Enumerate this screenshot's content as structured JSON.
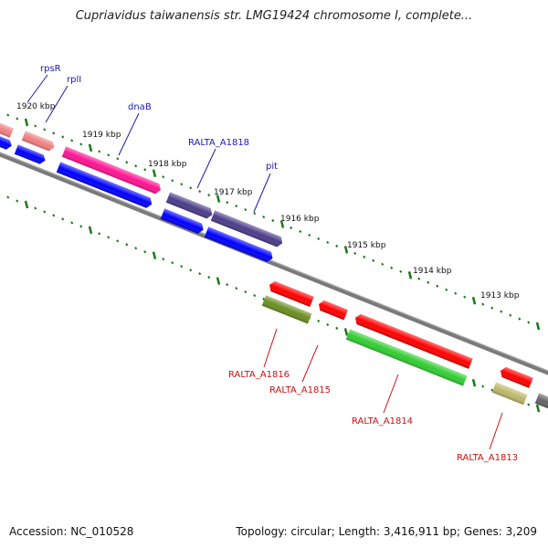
{
  "title": "Cupriavidus taiwanensis str. LMG19424 chromosome I, complete...",
  "footer": {
    "accession": "Accession: NC_010528",
    "summary": "Topology: circular; Length: 3,416,911 bp; Genes: 3,209"
  },
  "colors": {
    "backbone": "#7a7a7a",
    "tick": "#1a7a1a",
    "label_forward": "#1a1ab4",
    "label_reverse": "#cc1111"
  },
  "ticks": [
    "1920 kbp",
    "1919 kbp",
    "1918 kbp",
    "1917 kbp",
    "1916 kbp",
    "1915 kbp",
    "1914 kbp",
    "1913 kbp"
  ],
  "genes_forward": [
    "rpsR",
    "rplI",
    "dnaB",
    "RALTA_A1818",
    "pit"
  ],
  "genes_reverse": [
    "RALTA_A1816",
    "RALTA_A1815",
    "RALTA_A1814",
    "RALTA_A1813"
  ],
  "feature_colors": {
    "rpsR": "#f08080",
    "rplI": "#f08080",
    "dnaB": "#ff1493",
    "RALTA_A1818": "#4b3d8a",
    "pit": "#4b3d8a",
    "cds": "#0000ff",
    "RALTA_A1816": "#ff0000",
    "RALTA_A1815": "#ff0000",
    "RALTA_A1814": "#ff0000",
    "RALTA_A1813": "#ff0000",
    "rev_cds_1": "#6b8e23",
    "rev_cds_2": "#32cd32",
    "rev_cds_3": "#bdb76b",
    "gray": "#666666"
  }
}
